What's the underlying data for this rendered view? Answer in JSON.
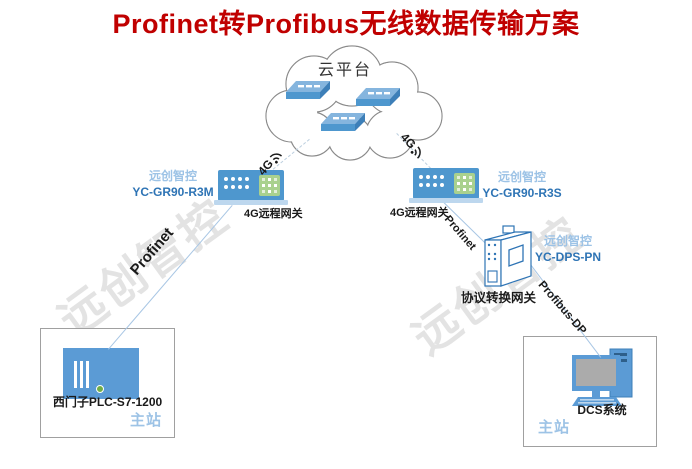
{
  "title": "Profinet转Profibus无线数据传输方案",
  "cloud": {
    "label": "云平台"
  },
  "links": {
    "left_4g": "4G",
    "right_4g": "4G",
    "left_profinet": "Profinet",
    "right_profinet": "Profinet",
    "profibus": "Profibus-DP"
  },
  "gateway_left": {
    "brand": "远创智控",
    "model": "YC-GR90-R3M",
    "caption": "4G远程网关"
  },
  "gateway_right": {
    "brand": "远创智控",
    "model": "YC-GR90-R3S",
    "caption": "4G远程网关"
  },
  "converter": {
    "brand": "远创智控",
    "model": "YC-DPS-PN",
    "caption": "协议转换网关"
  },
  "plc_station": {
    "device": "西门子PLC-S7-1200",
    "role": "主站"
  },
  "dcs_station": {
    "device": "DCS系统",
    "role": "主站"
  },
  "watermark": {
    "text": "远创智控"
  },
  "colors": {
    "title_red": "#C00000",
    "device_blue": "#4E97CE",
    "brand_light_blue": "#9DC3E6",
    "model_blue": "#2E74B5",
    "line_blue": "#A8C6E4",
    "green_panel": "#A9D18E"
  }
}
